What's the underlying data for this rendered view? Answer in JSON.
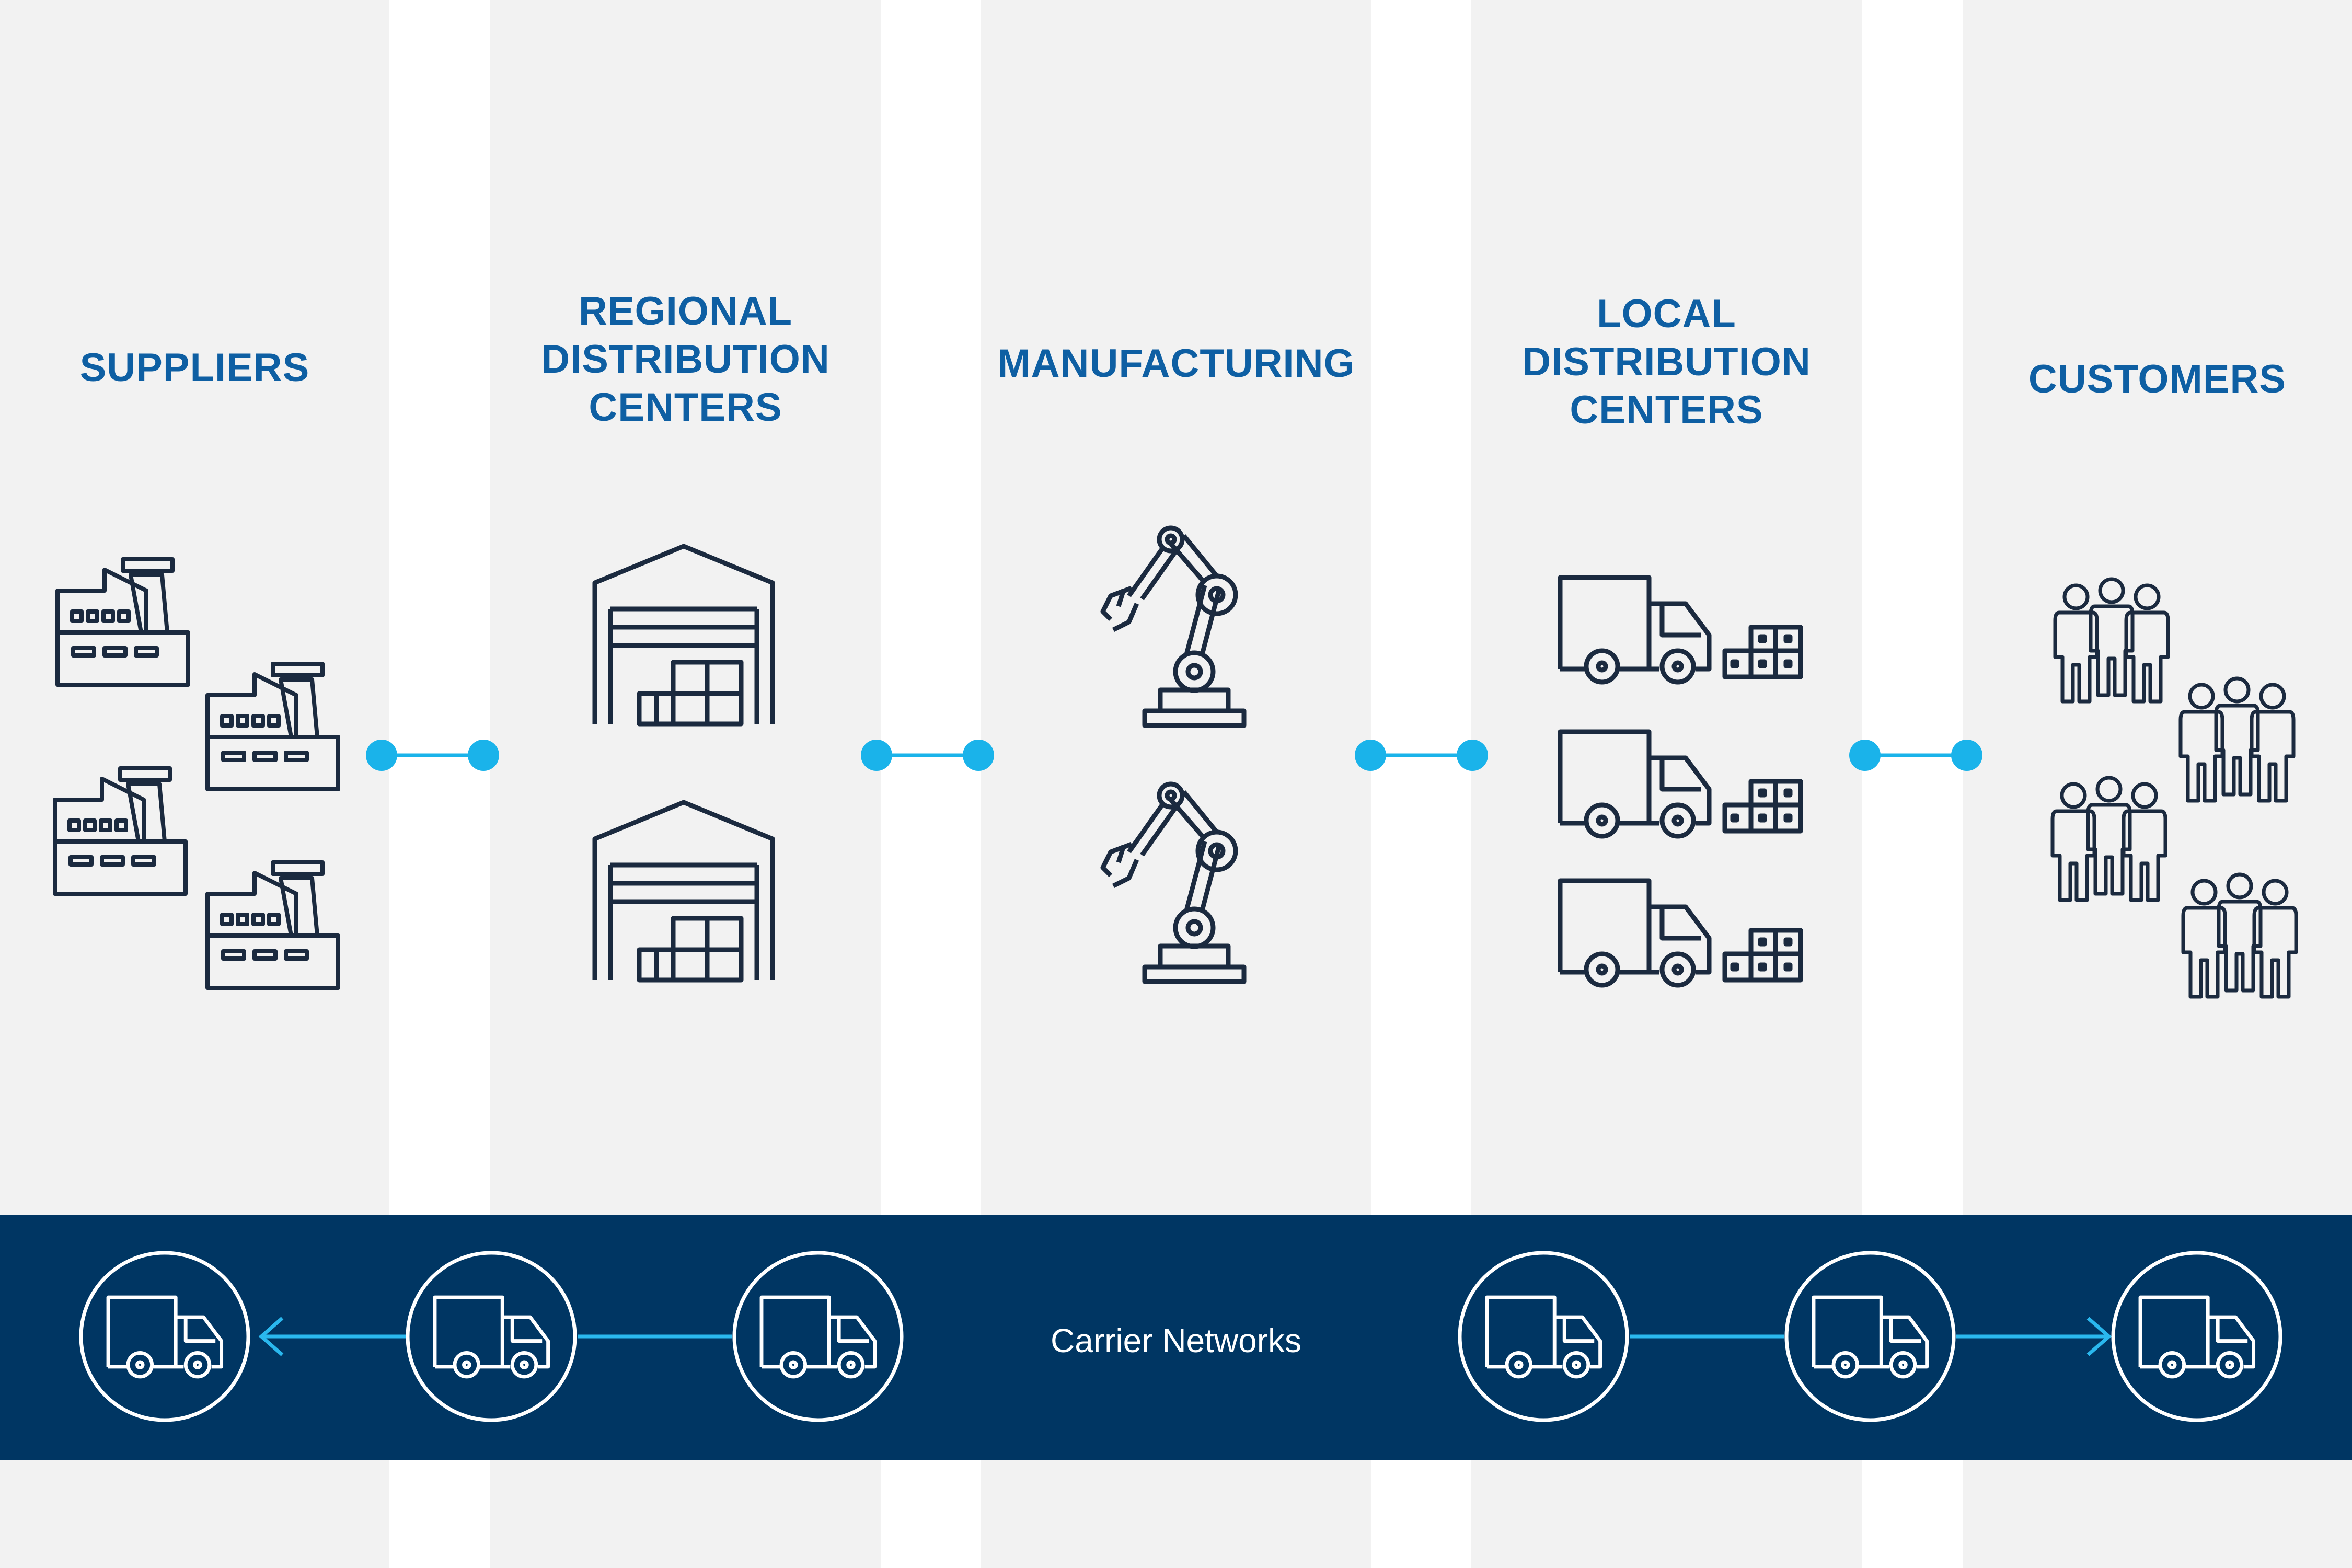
{
  "stages": [
    {
      "key": "suppliers",
      "title_lines": [
        "SUPPLIERS"
      ]
    },
    {
      "key": "regional",
      "title_lines": [
        "REGIONAL",
        "DISTRIBUTION",
        "CENTERS"
      ]
    },
    {
      "key": "manufacturing",
      "title_lines": [
        "MANUFACTURING"
      ]
    },
    {
      "key": "local",
      "title_lines": [
        "LOCAL",
        "DISTRIBUTION",
        "CENTERS"
      ]
    },
    {
      "key": "customers",
      "title_lines": [
        "CUSTOMERS"
      ]
    }
  ],
  "carrier": {
    "label": "Carrier Networks"
  },
  "colors": {
    "column_bg": "#f2f2f2",
    "title": "#0e5fa3",
    "icon": "#1b2a3f",
    "connector": "#1ab3ea",
    "band": "#003663",
    "band_arrow": "#2ab8ee",
    "band_ring": "#ffffff"
  }
}
